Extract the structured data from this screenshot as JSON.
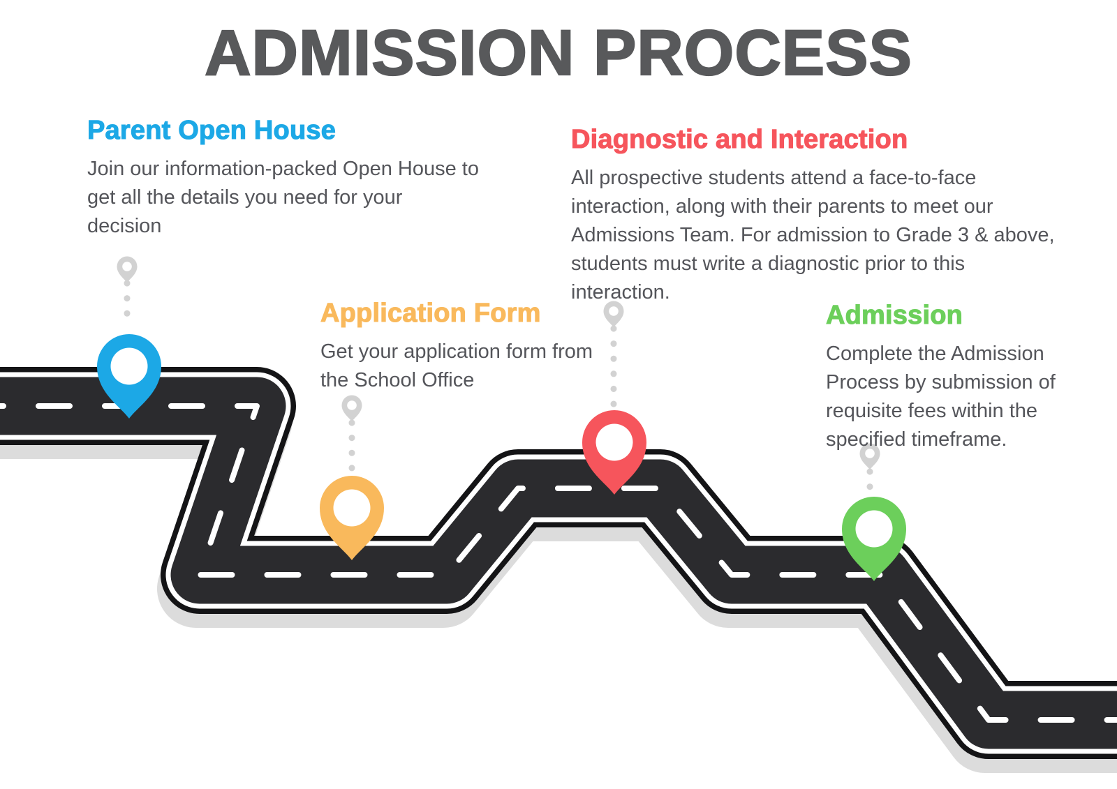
{
  "title": "ADMISSION PROCESS",
  "colors": {
    "title_text": "#58595b",
    "body_text": "#54555a",
    "road_surface": "#2b2b2e",
    "road_outline": "#141416",
    "road_edge_line": "#ffffff",
    "road_center_dashes": "#ffffff",
    "road_shadow": "#dcdcdc",
    "mini_pin_gray": "#d2d2d2",
    "step_blue": "#1ca8e6",
    "step_orange": "#f9b95c",
    "step_red": "#f6555c",
    "step_green": "#6ccf5b"
  },
  "icons": {
    "pin": "map-pin-icon",
    "mini_pin": "mini-map-pin-icon",
    "connector": "dotted-connector-line",
    "road": "winding-road-graphic"
  },
  "steps": [
    {
      "id": "parent-open-house",
      "label": "Parent Open House",
      "color": "#1ca8e6",
      "description": "Join our information-packed Open House to get all the details you need for your decision"
    },
    {
      "id": "application-form",
      "label": "Application Form",
      "color": "#f9b95c",
      "description": "Get your application form from the School Office"
    },
    {
      "id": "diagnostic-and-interaction",
      "label": "Diagnostic and Interaction",
      "color": "#f6555c",
      "description": "All prospective students attend a face-to-face interaction, along with their parents to meet our Admissions Team. For admission to Grade 3 & above, students must write a diagnostic prior to this interaction."
    },
    {
      "id": "admission",
      "label": "Admission",
      "color": "#6ccf5b",
      "description": "Complete the Admission Process by submission of requisite fees within the specified timeframe."
    }
  ]
}
